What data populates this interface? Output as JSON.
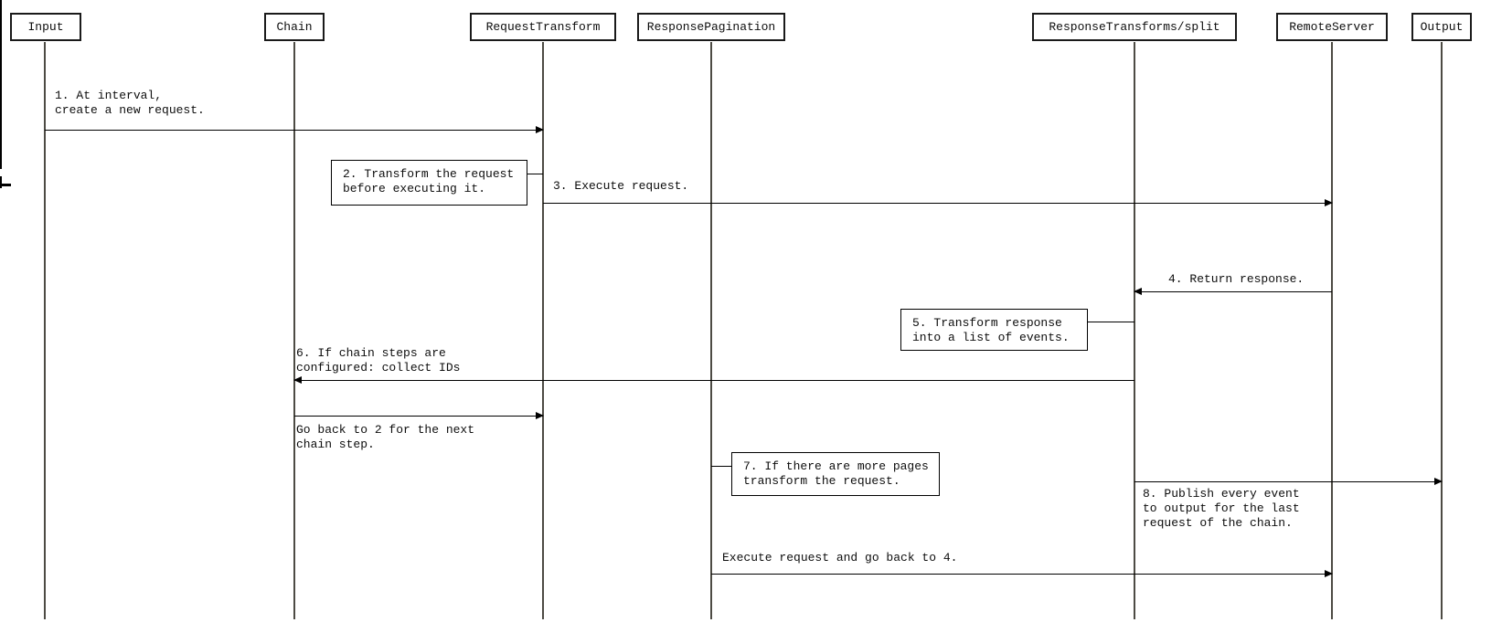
{
  "colors": {
    "line": "#000000",
    "lifeline": "#4d4b44",
    "boxborder": "#1a1a1a",
    "text": "#0d0d0d",
    "bg": "#ffffff"
  },
  "diagram": {
    "participants": [
      {
        "label": "Input"
      },
      {
        "label": "Chain"
      },
      {
        "label": "RequestTransform"
      },
      {
        "label": "ResponsePagination"
      },
      {
        "label": "ResponseTransforms/split"
      },
      {
        "label": "RemoteServer"
      },
      {
        "label": "Output"
      }
    ],
    "messages": {
      "msg1": {
        "line1": "1. At interval,",
        "line2": "create a new request."
      },
      "note2": {
        "line1": "2. Transform the request",
        "line2": "before executing it."
      },
      "msg3": {
        "label": "3. Execute request."
      },
      "msg4": {
        "label": "4. Return response."
      },
      "note5": {
        "line1": "5. Transform response",
        "line2": "into a list of events."
      },
      "msg6": {
        "line1": "6. If chain steps are",
        "line2": "configured: collect IDs"
      },
      "goback": {
        "line1": "Go back to 2 for the next",
        "line2": "chain step."
      },
      "note7": {
        "line1": "7. If there are more pages",
        "line2": "transform the request."
      },
      "msg8": {
        "line1": "8. Publish every event",
        "line2": "to output for the last",
        "line3": "request of the chain."
      },
      "bottom": {
        "label": "Execute request and go back to 4."
      }
    }
  }
}
